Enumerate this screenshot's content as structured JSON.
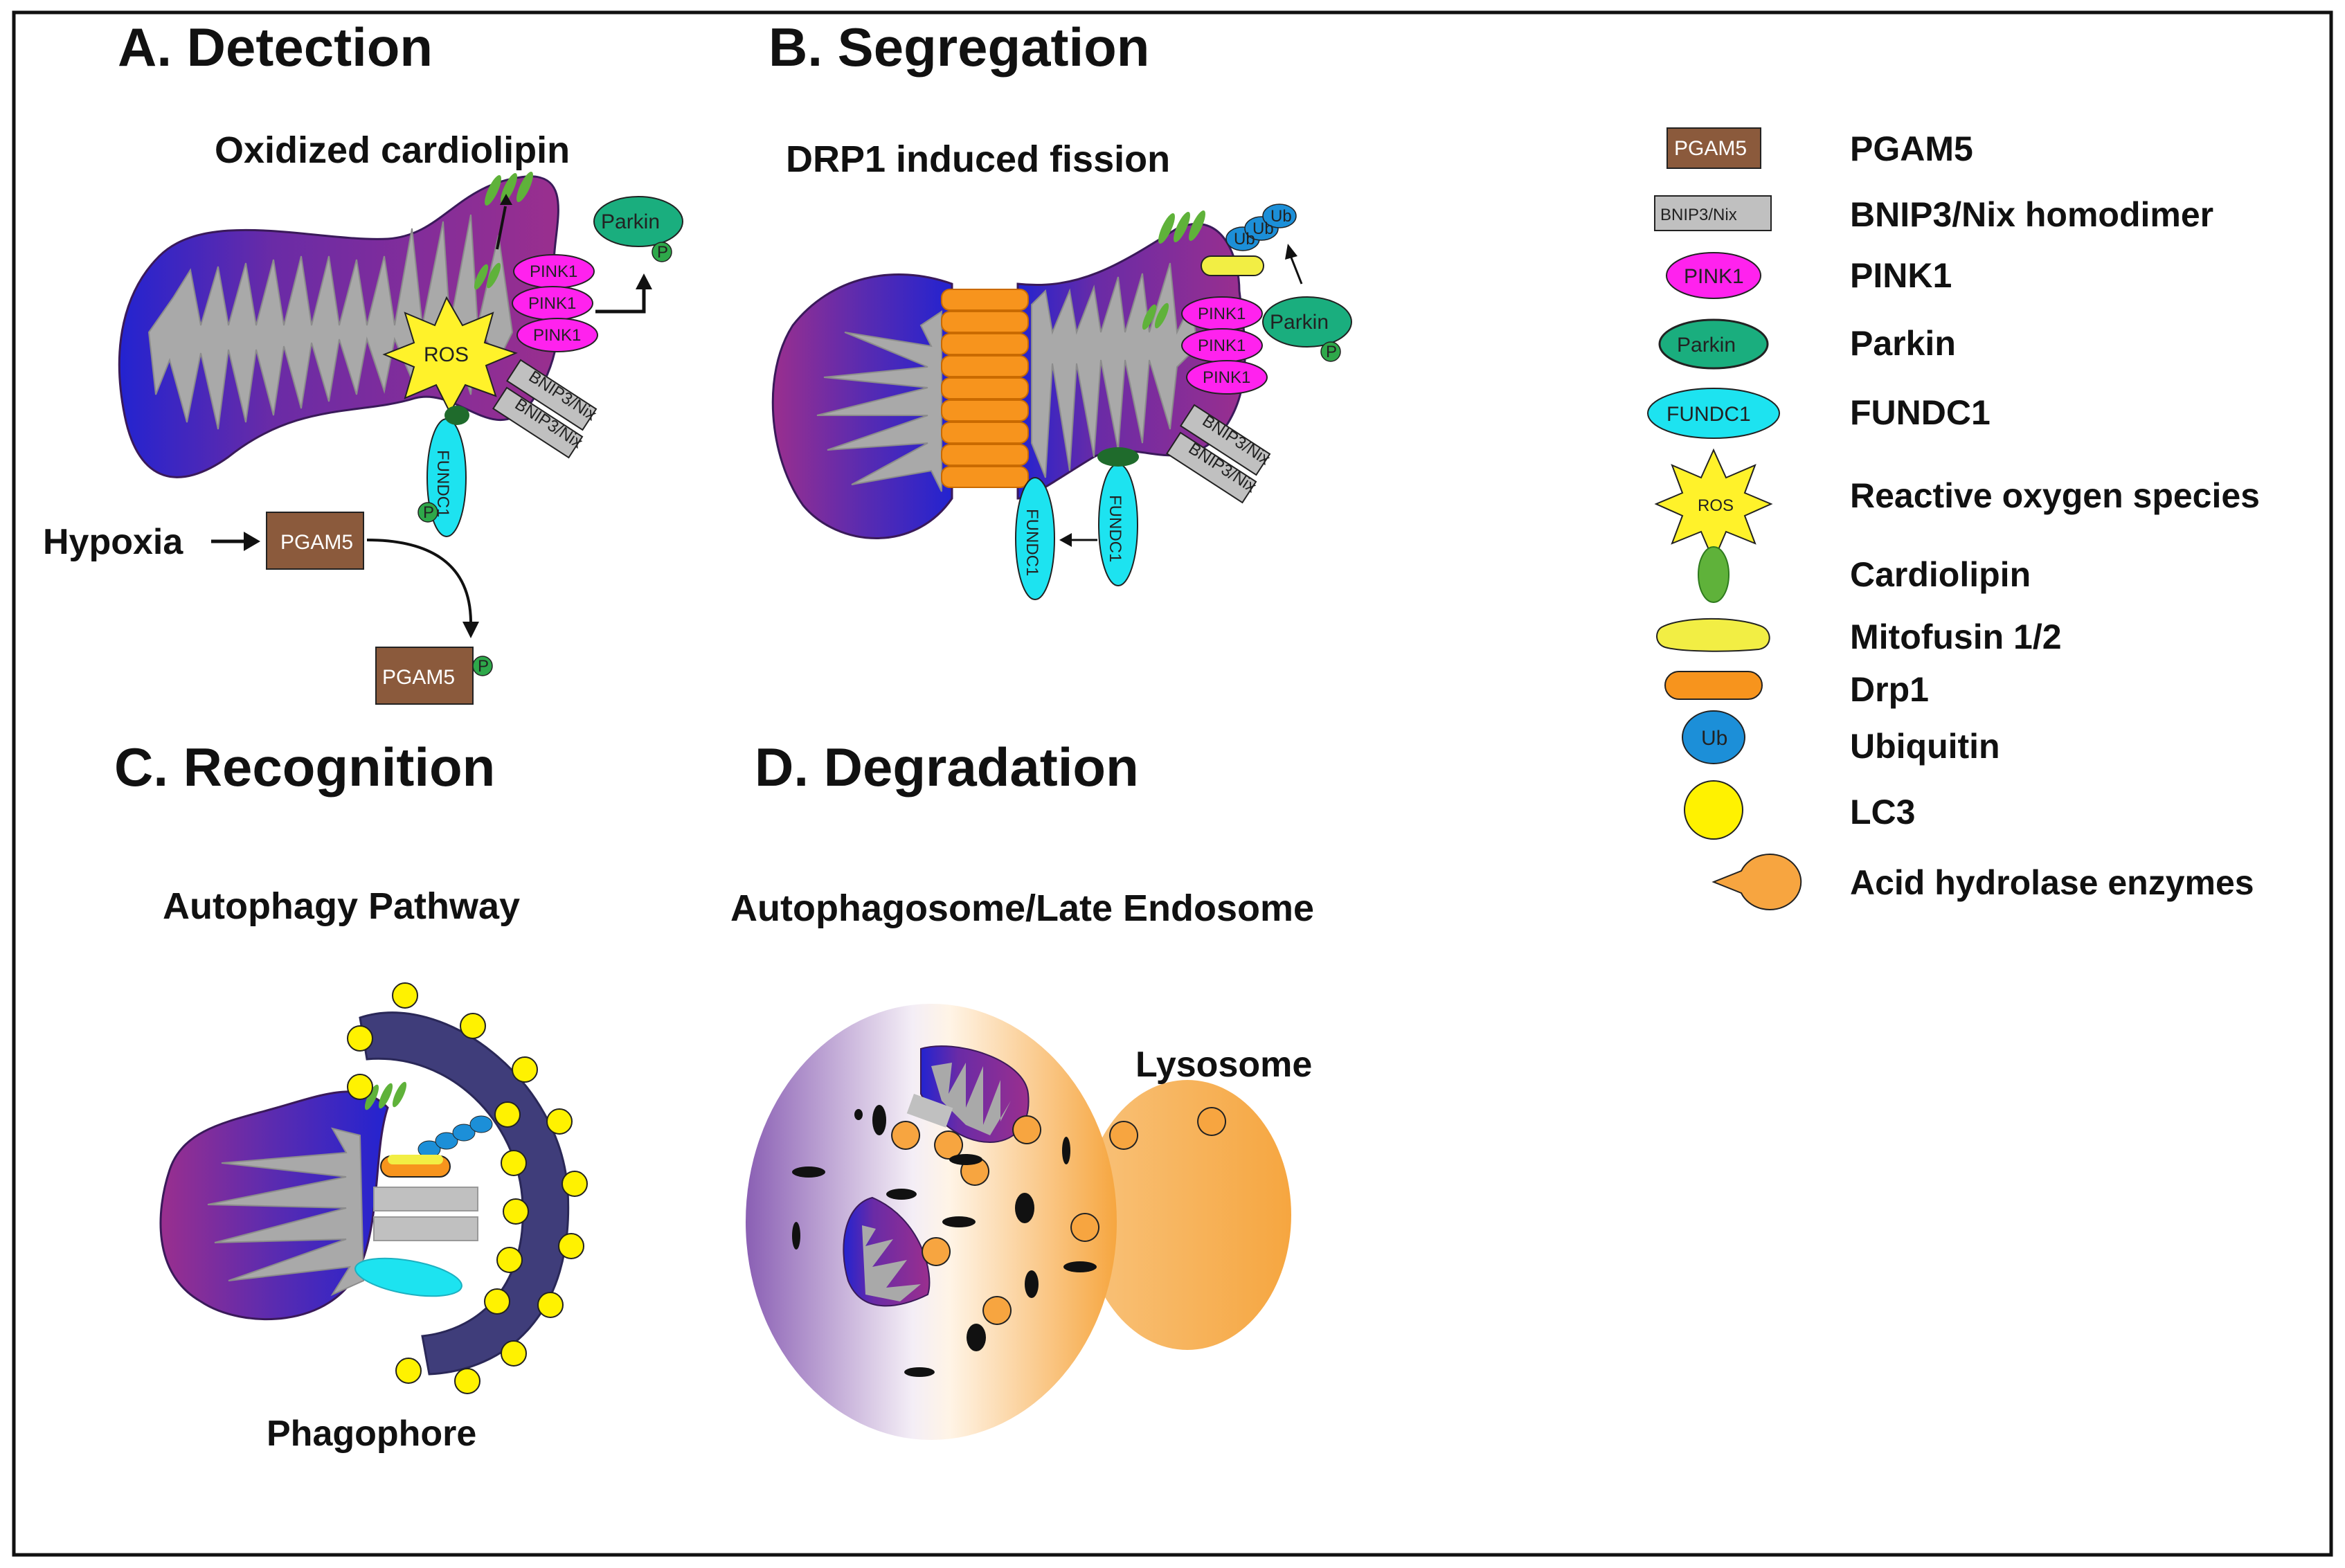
{
  "panels": {
    "a": {
      "title": "A. Detection",
      "subtitle": "Oxidized cardiolipin",
      "hypoxia": "Hypoxia",
      "pgam5": "PGAM5",
      "parkin": "Parkin",
      "pink1": "PINK1",
      "ros": "ROS",
      "bnip3": "BNIP3/Nix",
      "fundc1": "FUNDC1",
      "p": "P"
    },
    "b": {
      "title": "B. Segregation",
      "subtitle": "DRP1 induced fission",
      "parkin": "Parkin",
      "pink1": "PINK1",
      "bnip3": "BNIP3/Nix",
      "fundc1": "FUNDC1",
      "ub": "Ub",
      "p": "P"
    },
    "c": {
      "title": "C. Recognition",
      "subtitle": "Autophagy Pathway",
      "phagophore": "Phagophore"
    },
    "d": {
      "title": "D. Degradation",
      "subtitle": "Autophagosome/Late Endosome",
      "lysosome": "Lysosome"
    }
  },
  "legend": [
    {
      "key": "pgam5",
      "icon_text": "PGAM5",
      "label": "PGAM5"
    },
    {
      "key": "bnip3",
      "icon_text": "BNIP3/Nix",
      "label": "BNIP3/Nix homodimer"
    },
    {
      "key": "pink1",
      "icon_text": "PINK1",
      "label": "PINK1"
    },
    {
      "key": "parkin",
      "icon_text": "Parkin",
      "label": "Parkin"
    },
    {
      "key": "fundc1",
      "icon_text": "FUNDC1",
      "label": "FUNDC1"
    },
    {
      "key": "ros",
      "icon_text": "ROS",
      "label": "Reactive oxygen species"
    },
    {
      "key": "cardiolipin",
      "icon_text": "",
      "label": "Cardiolipin"
    },
    {
      "key": "mitofusin",
      "icon_text": "",
      "label": "Mitofusin 1/2"
    },
    {
      "key": "drp1",
      "icon_text": "",
      "label": "Drp1"
    },
    {
      "key": "ubiquitin",
      "icon_text": "Ub",
      "label": "Ubiquitin"
    },
    {
      "key": "lc3",
      "icon_text": "",
      "label": "LC3"
    },
    {
      "key": "hydrolase",
      "icon_text": "",
      "label": "Acid hydrolase enzymes"
    }
  ],
  "colors": {
    "pgam5": "#8B5A3C",
    "bnip3": "#C0C0C0",
    "pink1": "#FF22EE",
    "parkin": "#1AAE7E",
    "fundc1": "#1DE3F0",
    "ros": "#FFF22A",
    "cardiolipin": "#5FB23A",
    "mitofusin": "#F2EE44",
    "drp1": "#F7941D",
    "ubiquitin": "#1C8FD8",
    "lc3": "#FFF200",
    "hydrolase": "#F7A540",
    "matrix": "#A9A9A9",
    "membrane_purple": "#7A2E9E",
    "membrane_blue": "#2A2ACF",
    "phagophore": "#3F3D7A"
  }
}
